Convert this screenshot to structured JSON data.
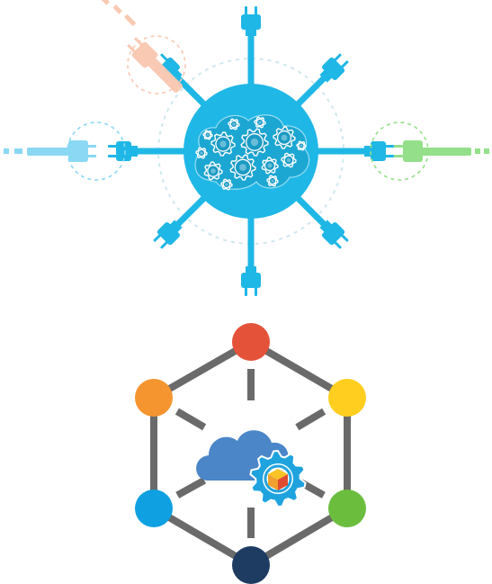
{
  "figures": [
    {
      "name": "brain-hub-diagram",
      "hub_color": "#1fb7e6",
      "ring_color": "#cfe8ee",
      "spoke_color": "#1fb7e6",
      "gear_fill": "#1a9ac4",
      "gear_stroke": "#0e7ea3",
      "plugs": [
        {
          "name": "top",
          "color": "#1fb7e6"
        },
        {
          "name": "top-right",
          "color": "#1fb7e6"
        },
        {
          "name": "right",
          "color": "#1fb7e6"
        },
        {
          "name": "bottom-right",
          "color": "#1fb7e6"
        },
        {
          "name": "bottom",
          "color": "#1fb7e6"
        },
        {
          "name": "bottom-left",
          "color": "#1fb7e6"
        },
        {
          "name": "left",
          "color": "#1fb7e6"
        },
        {
          "name": "top-left",
          "color": "#1fb7e6"
        }
      ],
      "external_plugs": [
        {
          "name": "peach",
          "color": "#f9c9b3"
        },
        {
          "name": "light-blue",
          "color": "#8ad8f3"
        },
        {
          "name": "green",
          "color": "#94e08a"
        }
      ]
    },
    {
      "name": "cloud-network-diagram",
      "edge_color": "#6a6a6a",
      "cloud_color": "#4a86c8",
      "gear_color": "#1fa3de",
      "cube_colors": [
        "#f0a030",
        "#e04a2f",
        "#f7c325"
      ],
      "nodes": [
        {
          "name": "top",
          "color": "#e4523a"
        },
        {
          "name": "upper-left",
          "color": "#f5952f"
        },
        {
          "name": "upper-right",
          "color": "#ffce1f"
        },
        {
          "name": "lower-left",
          "color": "#0ea0e0"
        },
        {
          "name": "lower-right",
          "color": "#6bbd3e"
        },
        {
          "name": "bottom",
          "color": "#1e3c62"
        }
      ]
    }
  ]
}
